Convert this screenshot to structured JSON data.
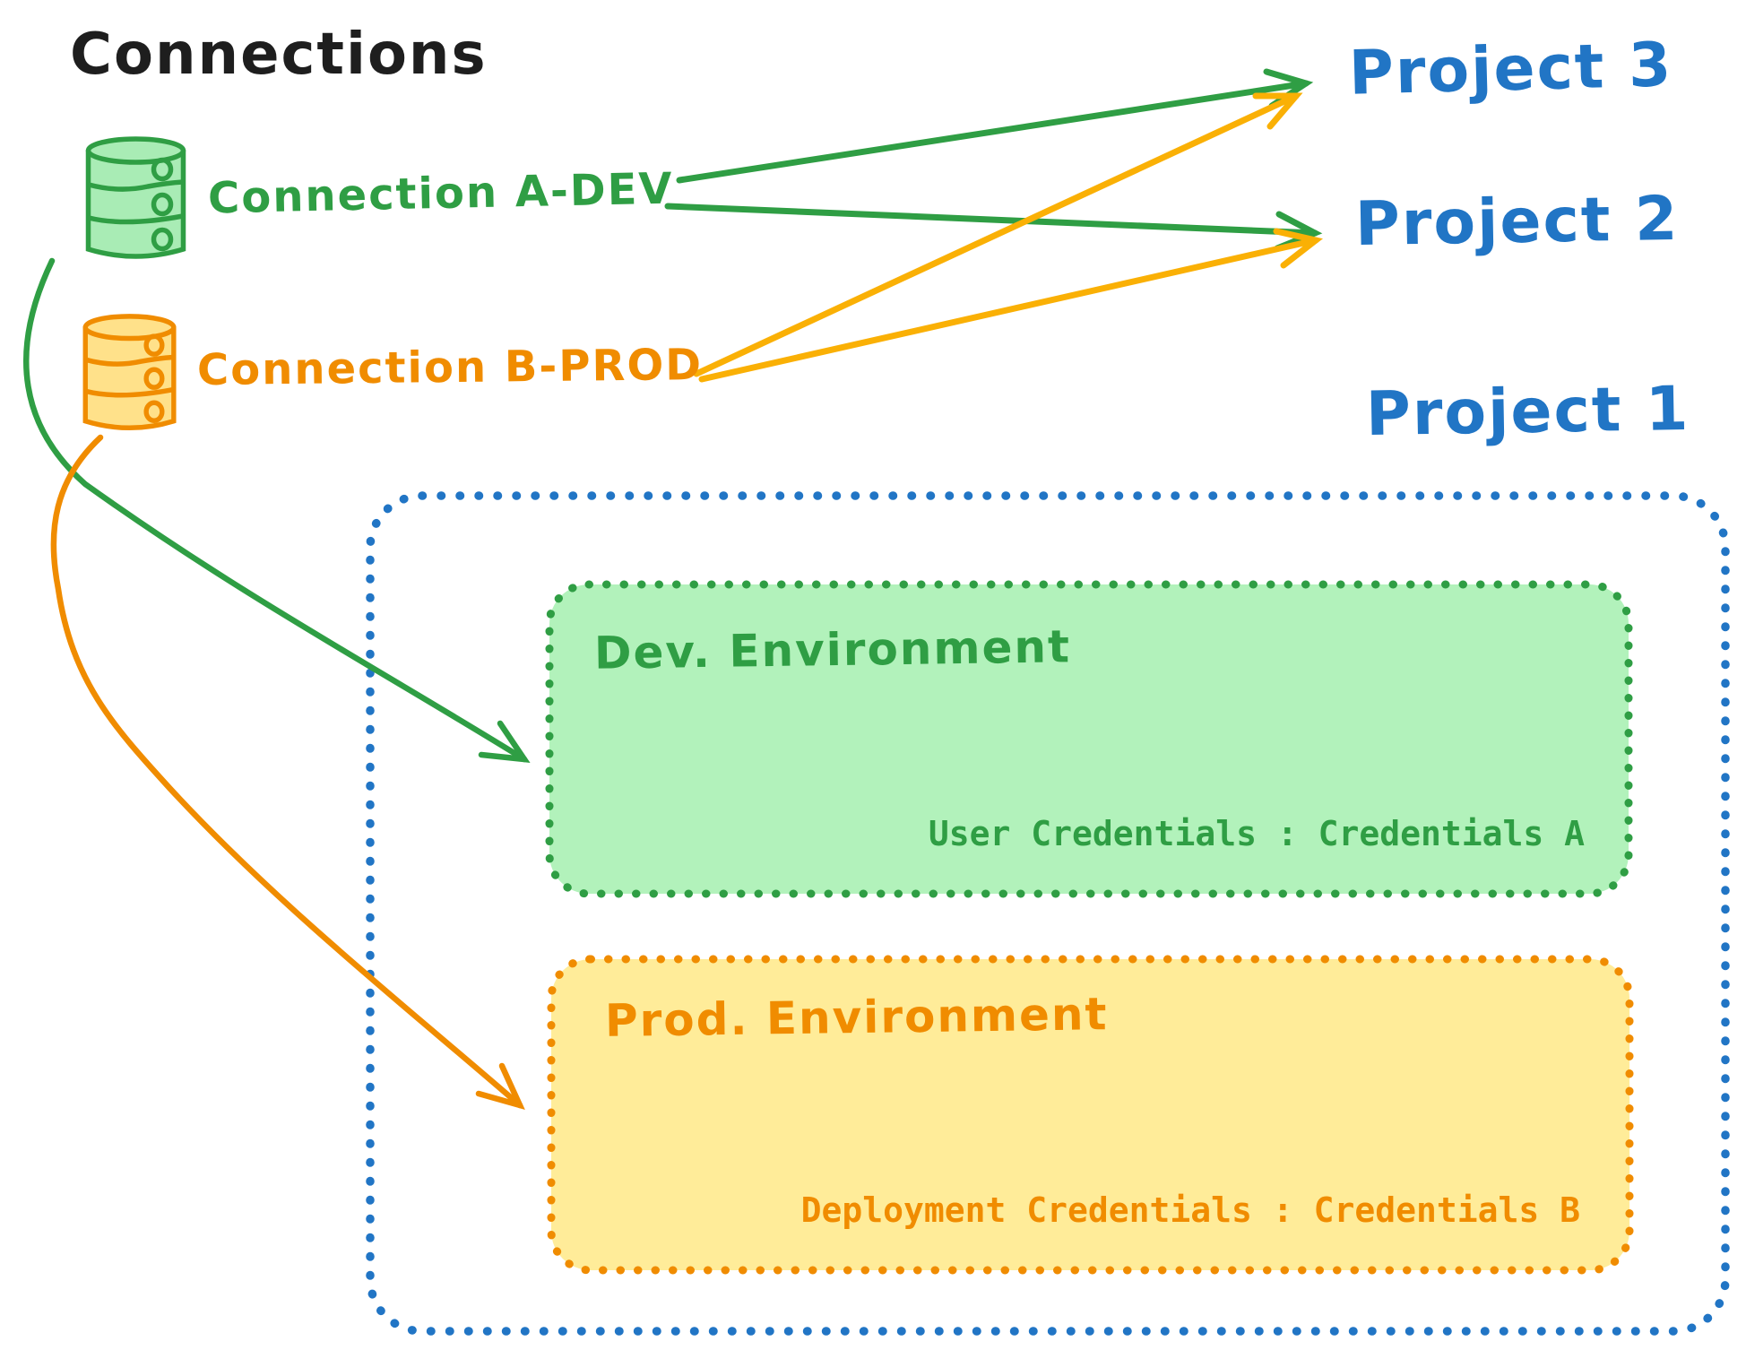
{
  "title": "Connections",
  "colors": {
    "ink": "#1e1e1e",
    "green": "#2f9e44",
    "green_fill": "#b2f2bb",
    "green_cyl_fill": "#a9ecb5",
    "orange": "#f08c00",
    "yellow_fill": "#ffec99",
    "yellow_cyl_fill": "#ffe18a",
    "yellow_arrow": "#fab005",
    "blue": "#2175c5"
  },
  "connections": [
    {
      "id": "a-dev",
      "label": "Connection A-DEV",
      "icon": "database-cylinder",
      "color": "green"
    },
    {
      "id": "b-prod",
      "label": "Connection B-PROD",
      "icon": "database-cylinder",
      "color": "orange"
    }
  ],
  "projects": [
    {
      "label": "Project 3"
    },
    {
      "label": "Project 2"
    },
    {
      "label": "Project 1"
    }
  ],
  "project1": {
    "dev_environment": {
      "label": "Dev. Environment",
      "credentials": "User Credentials : Credentials A"
    },
    "prod_environment": {
      "label": "Prod. Environment",
      "credentials": "Deployment Credentials : Credentials B"
    }
  },
  "edges": [
    {
      "from": "Connection A-DEV",
      "to": "Project 3",
      "color": "green"
    },
    {
      "from": "Connection A-DEV",
      "to": "Project 2",
      "color": "green"
    },
    {
      "from": "Connection B-PROD",
      "to": "Project 3",
      "color": "yellow"
    },
    {
      "from": "Connection B-PROD",
      "to": "Project 2",
      "color": "yellow"
    },
    {
      "from": "Connection A-DEV",
      "to": "Dev. Environment",
      "color": "green"
    },
    {
      "from": "Connection B-PROD",
      "to": "Prod. Environment",
      "color": "orange"
    }
  ]
}
